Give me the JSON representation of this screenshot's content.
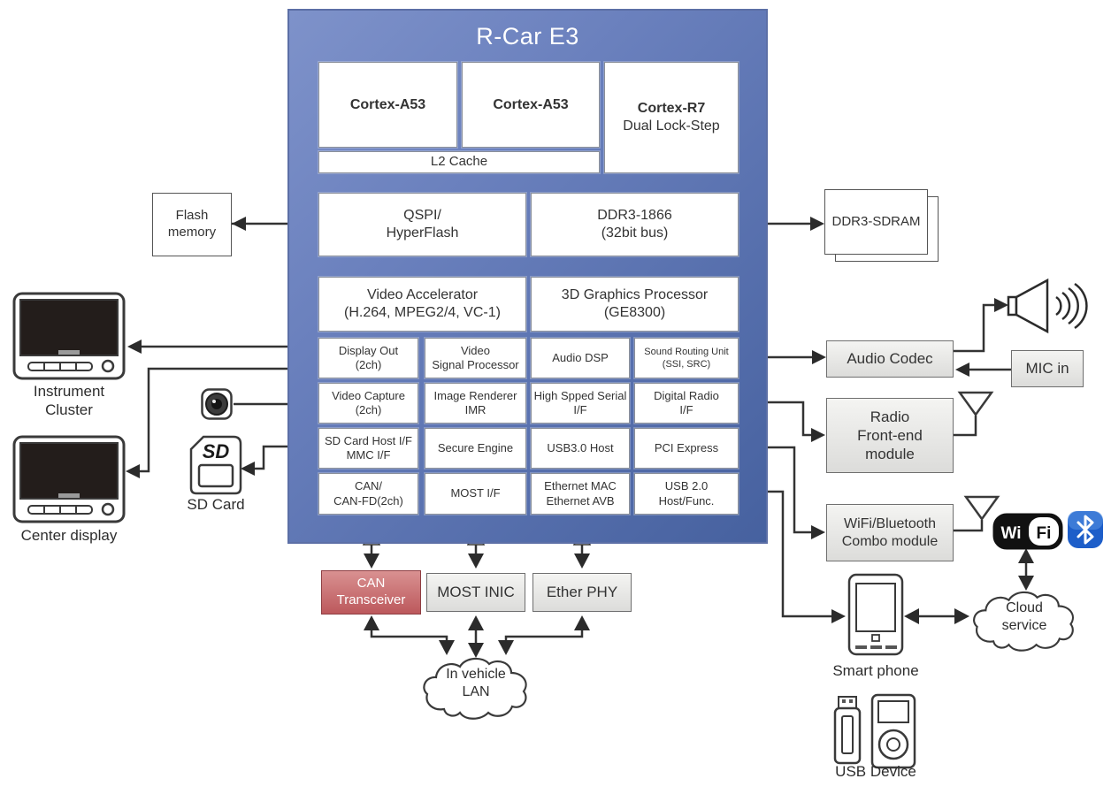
{
  "diagram": {
    "title": "R-Car E3",
    "soc": {
      "cpu1": "Cortex-A53",
      "cpu2": "Cortex-A53",
      "l2cache": "L2 Cache",
      "r7_line1": "Cortex-R7",
      "r7_line2": "Dual Lock-Step",
      "qspi_line1": "QSPI/",
      "qspi_line2": "HyperFlash",
      "ddr_line1": "DDR3-1866",
      "ddr_line2": "(32bit bus)",
      "va_line1": "Video Accelerator",
      "va_line2": "(H.264, MPEG2/4, VC-1)",
      "gpu_line1": "3D Graphics Processor",
      "gpu_line2": "(GE8300)",
      "grid": [
        [
          {
            "l1": "Display Out",
            "l2": "(2ch)"
          },
          {
            "l1": "Video",
            "l2": "Signal Processor"
          },
          {
            "l1": "Audio DSP",
            "l2": ""
          },
          {
            "l1": "Sound Routing Unit",
            "l2": "(SSI, SRC)"
          }
        ],
        [
          {
            "l1": "Video Capture",
            "l2": "(2ch)"
          },
          {
            "l1": "Image Renderer",
            "l2": "IMR"
          },
          {
            "l1": "High Spped Serial",
            "l2": "I/F"
          },
          {
            "l1": "Digital Radio",
            "l2": "I/F"
          }
        ],
        [
          {
            "l1": "SD Card Host I/F",
            "l2": "MMC I/F"
          },
          {
            "l1": "Secure Engine",
            "l2": ""
          },
          {
            "l1": "USB3.0 Host",
            "l2": ""
          },
          {
            "l1": "PCI Express",
            "l2": ""
          }
        ],
        [
          {
            "l1": "CAN/",
            "l2": "CAN-FD(2ch)"
          },
          {
            "l1": "MOST I/F",
            "l2": ""
          },
          {
            "l1": "Ethernet MAC",
            "l2": "Ethernet AVB"
          },
          {
            "l1": "USB 2.0",
            "l2": "Host/Func."
          }
        ]
      ]
    },
    "peripherals": {
      "flash_line1": "Flash",
      "flash_line2": "memory",
      "instrument_line1": "Instrument",
      "instrument_line2": "Cluster",
      "center_display": "Center display",
      "sd_logo": "SD",
      "sd_label": "SD Card",
      "ddr_sdram": "DDR3-SDRAM",
      "audio_codec": "Audio Codec",
      "mic_in": "MIC in",
      "radio_line1": "Radio",
      "radio_line2": "Front-end",
      "radio_line3": "module",
      "wifi_line1": "WiFi/Bluetooth",
      "wifi_line2": "Combo module",
      "can_line1": "CAN",
      "can_line2": "Transceiver",
      "most_inic": "MOST INIC",
      "ether_phy": "Ether PHY",
      "lan_line1": "In vehicle",
      "lan_line2": "LAN",
      "smart_phone": "Smart phone",
      "cloud_line1": "Cloud",
      "cloud_line2": "service",
      "usb_device": "USB Device",
      "wifi_logo_left": "Wi",
      "wifi_logo_right": "Fi"
    },
    "colors": {
      "soc_blue_light": "#7e92ca",
      "soc_blue_dark": "#46619f",
      "can_red_light": "#d99191",
      "can_red_dark": "#bc585c",
      "gray_box": "#e6e6e4",
      "bluetooth_blue": "#1d5ec9"
    }
  }
}
